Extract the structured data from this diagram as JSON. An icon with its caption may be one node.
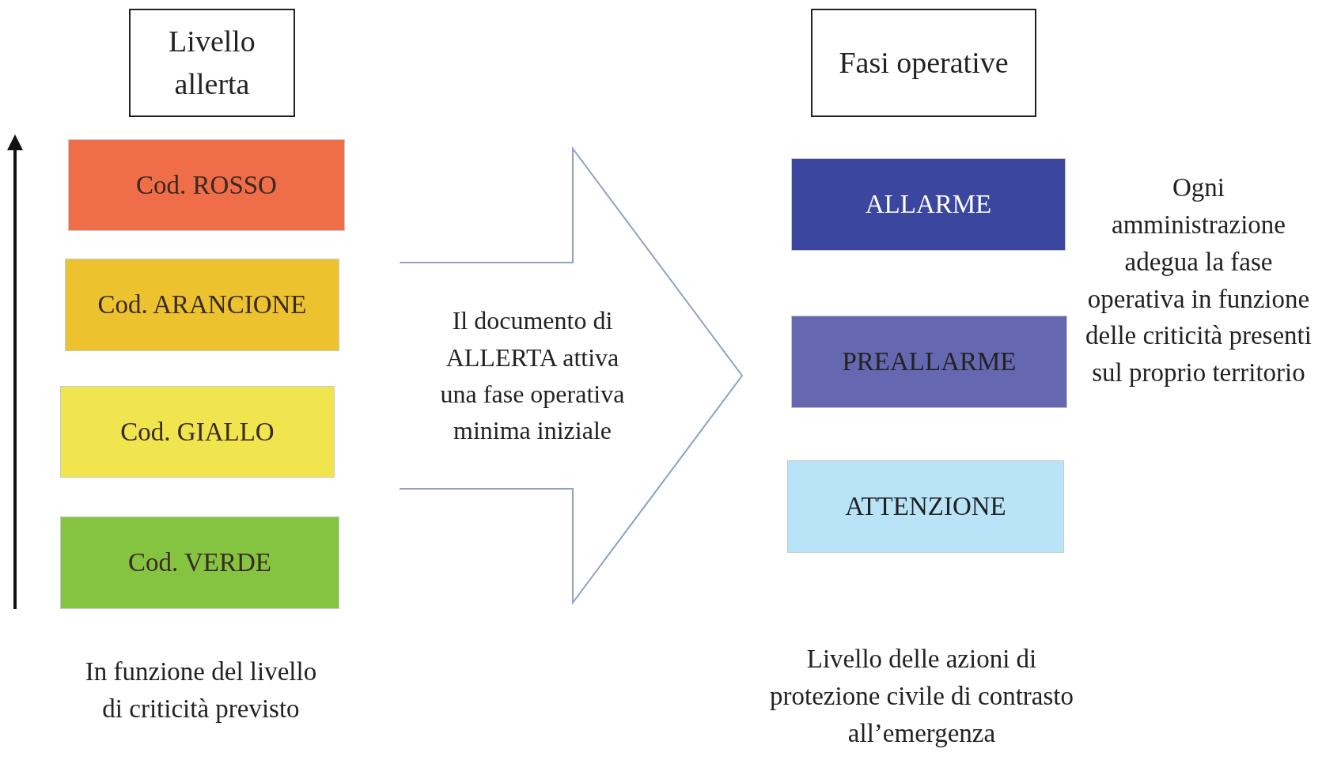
{
  "diagram": {
    "nodes": [
      {
        "text": [
          "Livello allerta"
        ]
      },
      {
        "text": [
          "Fasi operative"
        ]
      },
      {
        "text": [
          "Cod. ROSSO"
        ]
      },
      {
        "text": [
          "Cod. ARANCIONE"
        ]
      },
      {
        "text": [
          "Cod. GIALLO"
        ]
      },
      {
        "text": [
          "Cod. VERDE"
        ]
      },
      {
        "text": [
          "Il documento di ALLERTA attiva una fase operativa minima iniziale"
        ]
      },
      {
        "text": [
          "ALLARME"
        ]
      },
      {
        "text": [
          "PREALLARME"
        ]
      },
      {
        "text": [
          "ATTENZIONE"
        ]
      }
    ],
    "labels": [
      "Ogni amministrazione adegua la fase operativa in funzione delle criticità presenti sul proprio territorio",
      "In funzione del livello di criticità previsto",
      "Livello delle azioni di protezione civile di contrasto all’emergenza"
    ]
  }
}
